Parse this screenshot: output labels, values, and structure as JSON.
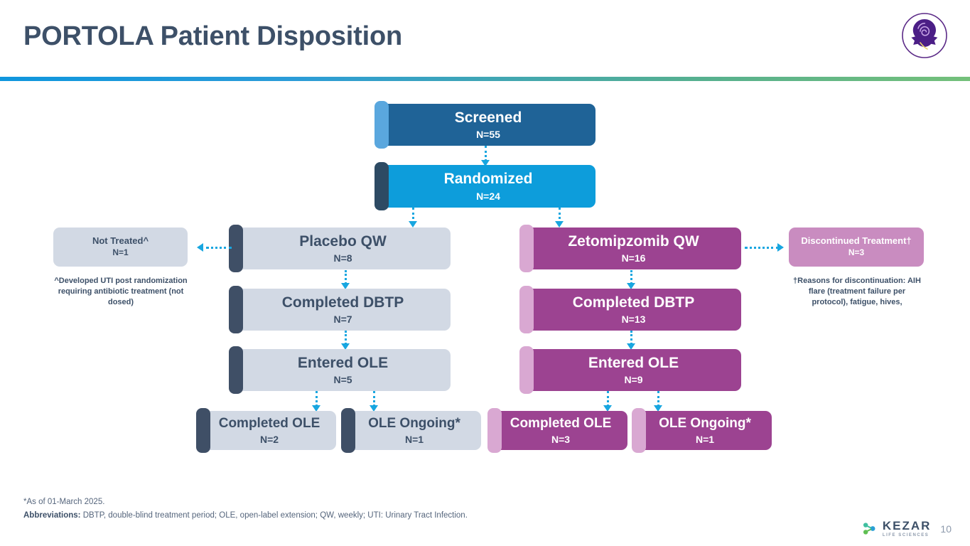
{
  "header": {
    "title": "PORTOLA Patient Disposition",
    "logo_icon": "rose-logo-icon"
  },
  "flow": {
    "screened": {
      "label": "Screened",
      "n": "N=55"
    },
    "randomized": {
      "label": "Randomized",
      "n": "N=24"
    },
    "not_treated": {
      "label": "Not Treated^",
      "n": "N=1"
    },
    "placebo": {
      "label": "Placebo QW",
      "n": "N=8"
    },
    "placebo_dbtp": {
      "label": "Completed DBTP",
      "n": "N=7"
    },
    "placebo_ole": {
      "label": "Entered OLE",
      "n": "N=5"
    },
    "placebo_comp_ole": {
      "label": "Completed OLE",
      "n": "N=2"
    },
    "placebo_ongoing": {
      "label": "OLE Ongoing*",
      "n": "N=1"
    },
    "zeto": {
      "label": "Zetomipzomib QW",
      "n": "N=16"
    },
    "zeto_dbtp": {
      "label": "Completed DBTP",
      "n": "N=13"
    },
    "zeto_ole": {
      "label": "Entered OLE",
      "n": "N=9"
    },
    "zeto_comp_ole": {
      "label": "Completed OLE",
      "n": "N=3"
    },
    "zeto_ongoing": {
      "label": "OLE Ongoing*",
      "n": "N=1"
    },
    "discontinued": {
      "label": "Discontinued Treatment†",
      "n": "N=3"
    }
  },
  "notes": {
    "not_treated_note": "^Developed UTI post randomization requiring antibiotic treatment (not dosed)",
    "discontinued_note": "†Reasons for discontinuation: AIH flare (treatment failure per protocol), fatigue, hives,"
  },
  "footnotes": {
    "asof": "*As of 01-March 2025.",
    "abbrev_label": "Abbreviations:",
    "abbrev_text": " DBTP, double-blind treatment period; OLE, open-label extension; QW, weekly; UTI: Urinary Tract Infection."
  },
  "footer": {
    "brand_name": "KEZAR",
    "brand_sub": "LIFE SCIENCES",
    "page_number": "10",
    "brand_icon": "kezar-mark-icon"
  },
  "colors": {
    "title": "#3d5068",
    "screened": "#1f6397",
    "randomized": "#0d9ddb",
    "placebo_box": "#d2d9e4",
    "placebo_accent": "#3f4f66",
    "zeto_box": "#9c4391",
    "zeto_accent": "#d9a8d2",
    "pink_box": "#c98cc0",
    "connector": "#18a6e0",
    "gradient_start": "#0f96dd",
    "gradient_end": "#74c07a"
  }
}
